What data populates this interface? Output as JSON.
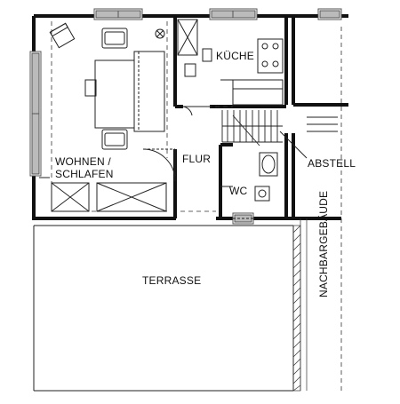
{
  "rooms": {
    "wohnen": [
      "WOHNEN /",
      "SCHLAFEN"
    ],
    "kueche": "KÜCHE",
    "flur": "FLUR",
    "wc": "WC",
    "abstell": "ABSTELL",
    "terrasse": "TERRASSE",
    "nachbar": "NACHBARGEBÄUDE"
  },
  "colors": {
    "wall": "#111111",
    "line": "#222222",
    "window": "#9a9a9a",
    "background": "#ffffff"
  }
}
